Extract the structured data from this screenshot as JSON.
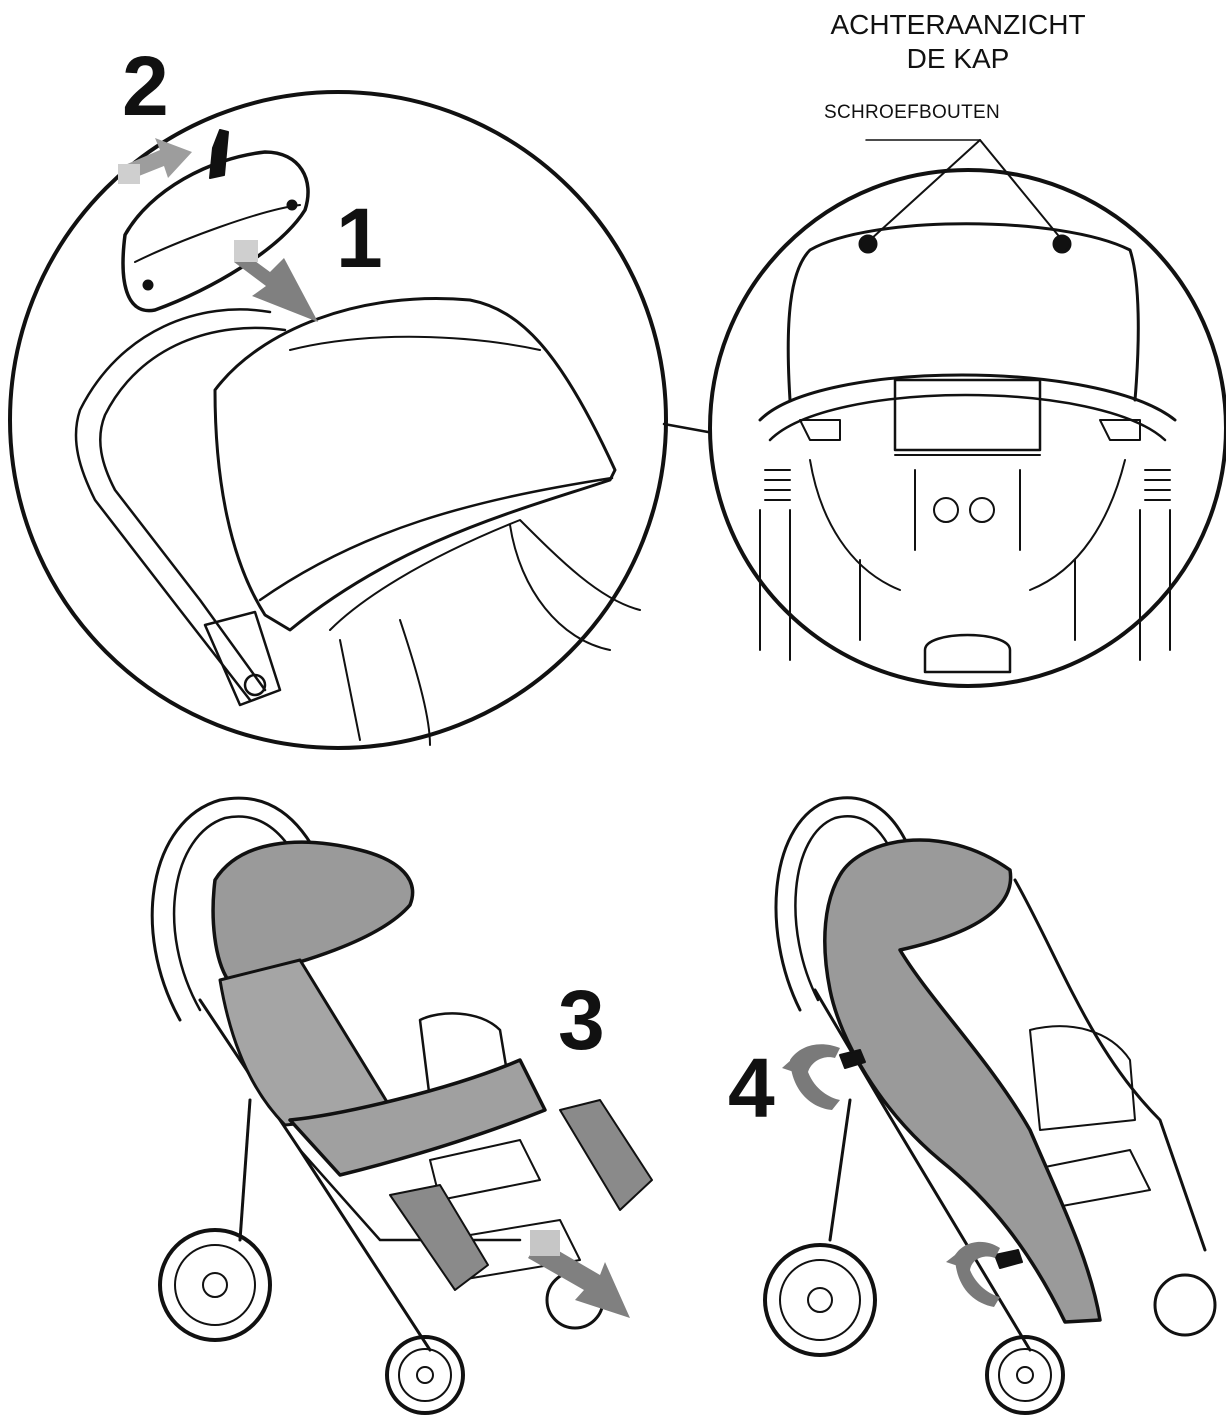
{
  "header": {
    "title_line1": "ACHTERAANZICHT",
    "title_line2": "DE KAP",
    "callout": "SCHROEFBOUTEN"
  },
  "steps": {
    "one": "1",
    "two": "2",
    "three": "3",
    "four": "4"
  },
  "colors": {
    "line": "#111111",
    "cover_fill": "#9a9a9a",
    "arrow_dark": "#7d7d7d",
    "arrow_light": "#c6c6c6"
  }
}
